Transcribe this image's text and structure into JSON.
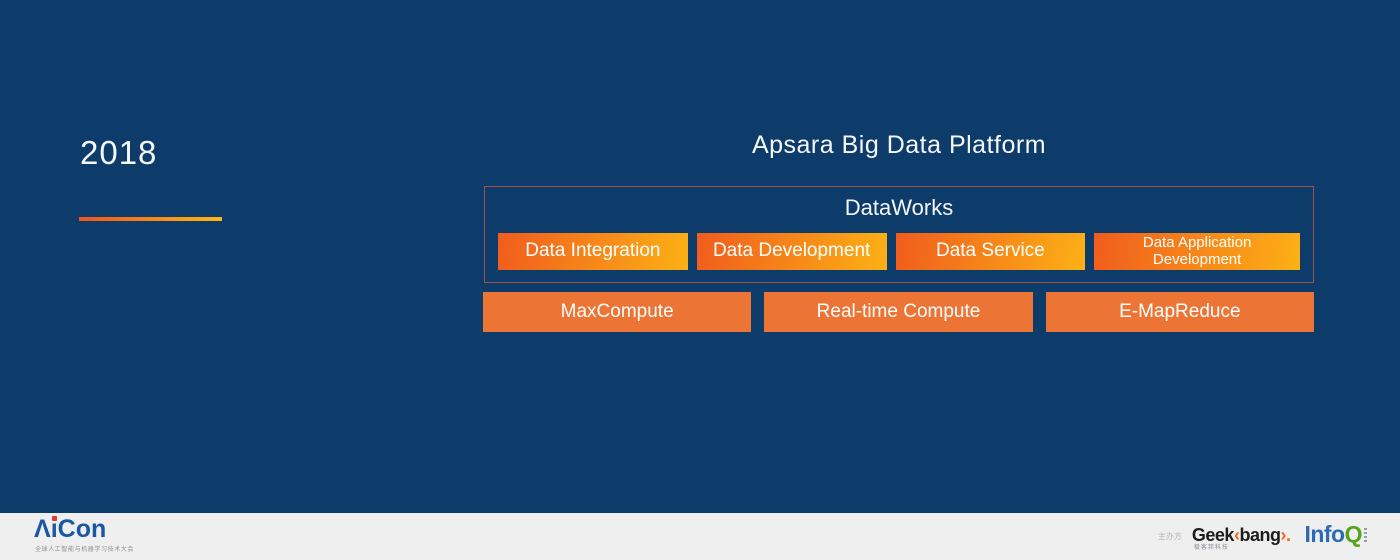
{
  "slide": {
    "year": "2018",
    "title": "Apsara Big Data Platform",
    "dataworks": {
      "label": "DataWorks",
      "modules": [
        "Data Integration",
        "Data Development",
        "Data Service",
        "Data Application Development"
      ]
    },
    "engines": [
      "MaxCompute",
      "Real-time Compute",
      "E-MapReduce"
    ],
    "colors": {
      "background": "#0d3c6a",
      "module_gradient_from": "#f15c1d",
      "module_gradient_to": "#fcb115",
      "engine_orange": "#ec7434",
      "dataworks_border": "#a0524a",
      "underline_from": "#f0531f",
      "underline_to": "#fdb913",
      "text_white": "#f6f7fb"
    }
  },
  "footer": {
    "background": "#efefef",
    "aicon": {
      "lambda": "Λ",
      "i_stem": "ı",
      "rest": "Con",
      "tagline": "全球人工智能与机器学习技术大会",
      "blue": "#1a57a5",
      "dot_red": "#e23a2e"
    },
    "organizer_label": "主办方",
    "geekbang": {
      "geek": "Geek",
      "open_chevron": "‹",
      "bang": "bang",
      "close_chevron": "›.",
      "subtitle": "极客邦科技",
      "chevron_orange": "#ee6c13"
    },
    "infoq": {
      "info": "Info",
      "q": "Q",
      "info_blue": "#2d6cb5",
      "q_green": "#54a41d"
    }
  }
}
